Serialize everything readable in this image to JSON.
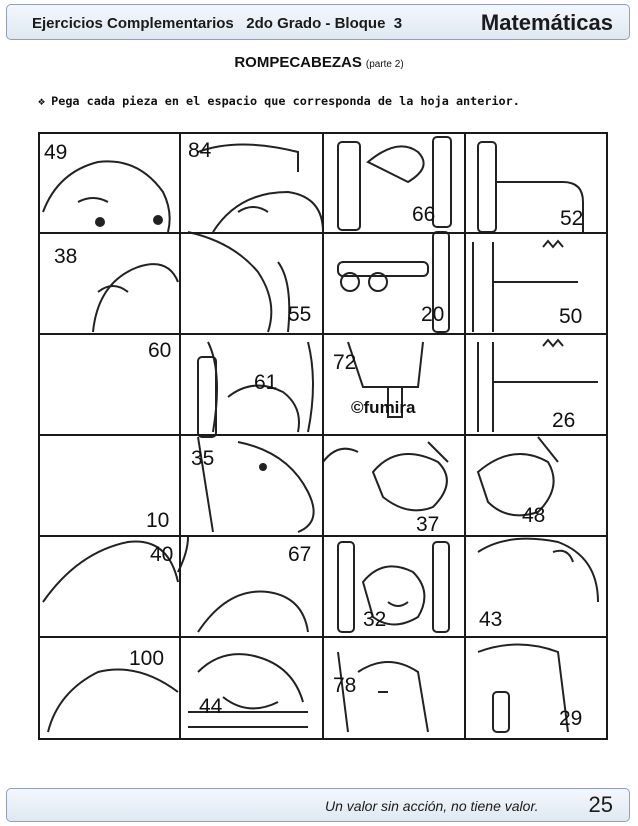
{
  "header": {
    "left": "Ejercicios Complementarios   2do Grado - Bloque  3",
    "subject": "Matemáticas"
  },
  "title": {
    "main": "ROMPECABEZAS",
    "sub": "(parte 2)"
  },
  "instruction": {
    "bullet": "❖",
    "text": "Pega cada pieza en el espacio que corresponda de la hoja anterior."
  },
  "puzzle": {
    "rows": [
      [
        "49",
        "84",
        "66",
        "52"
      ],
      [
        "38",
        "55",
        "20",
        "50"
      ],
      [
        "60",
        "61",
        "72",
        "26"
      ],
      [
        "10",
        "35",
        "37",
        "48"
      ],
      [
        "40",
        "67",
        "32",
        "43"
      ],
      [
        "100",
        "44",
        "78",
        "29"
      ]
    ],
    "watermark": "©fumira"
  },
  "footer": {
    "motto": "Un valor sin acción, no tiene valor.",
    "page": "25"
  }
}
